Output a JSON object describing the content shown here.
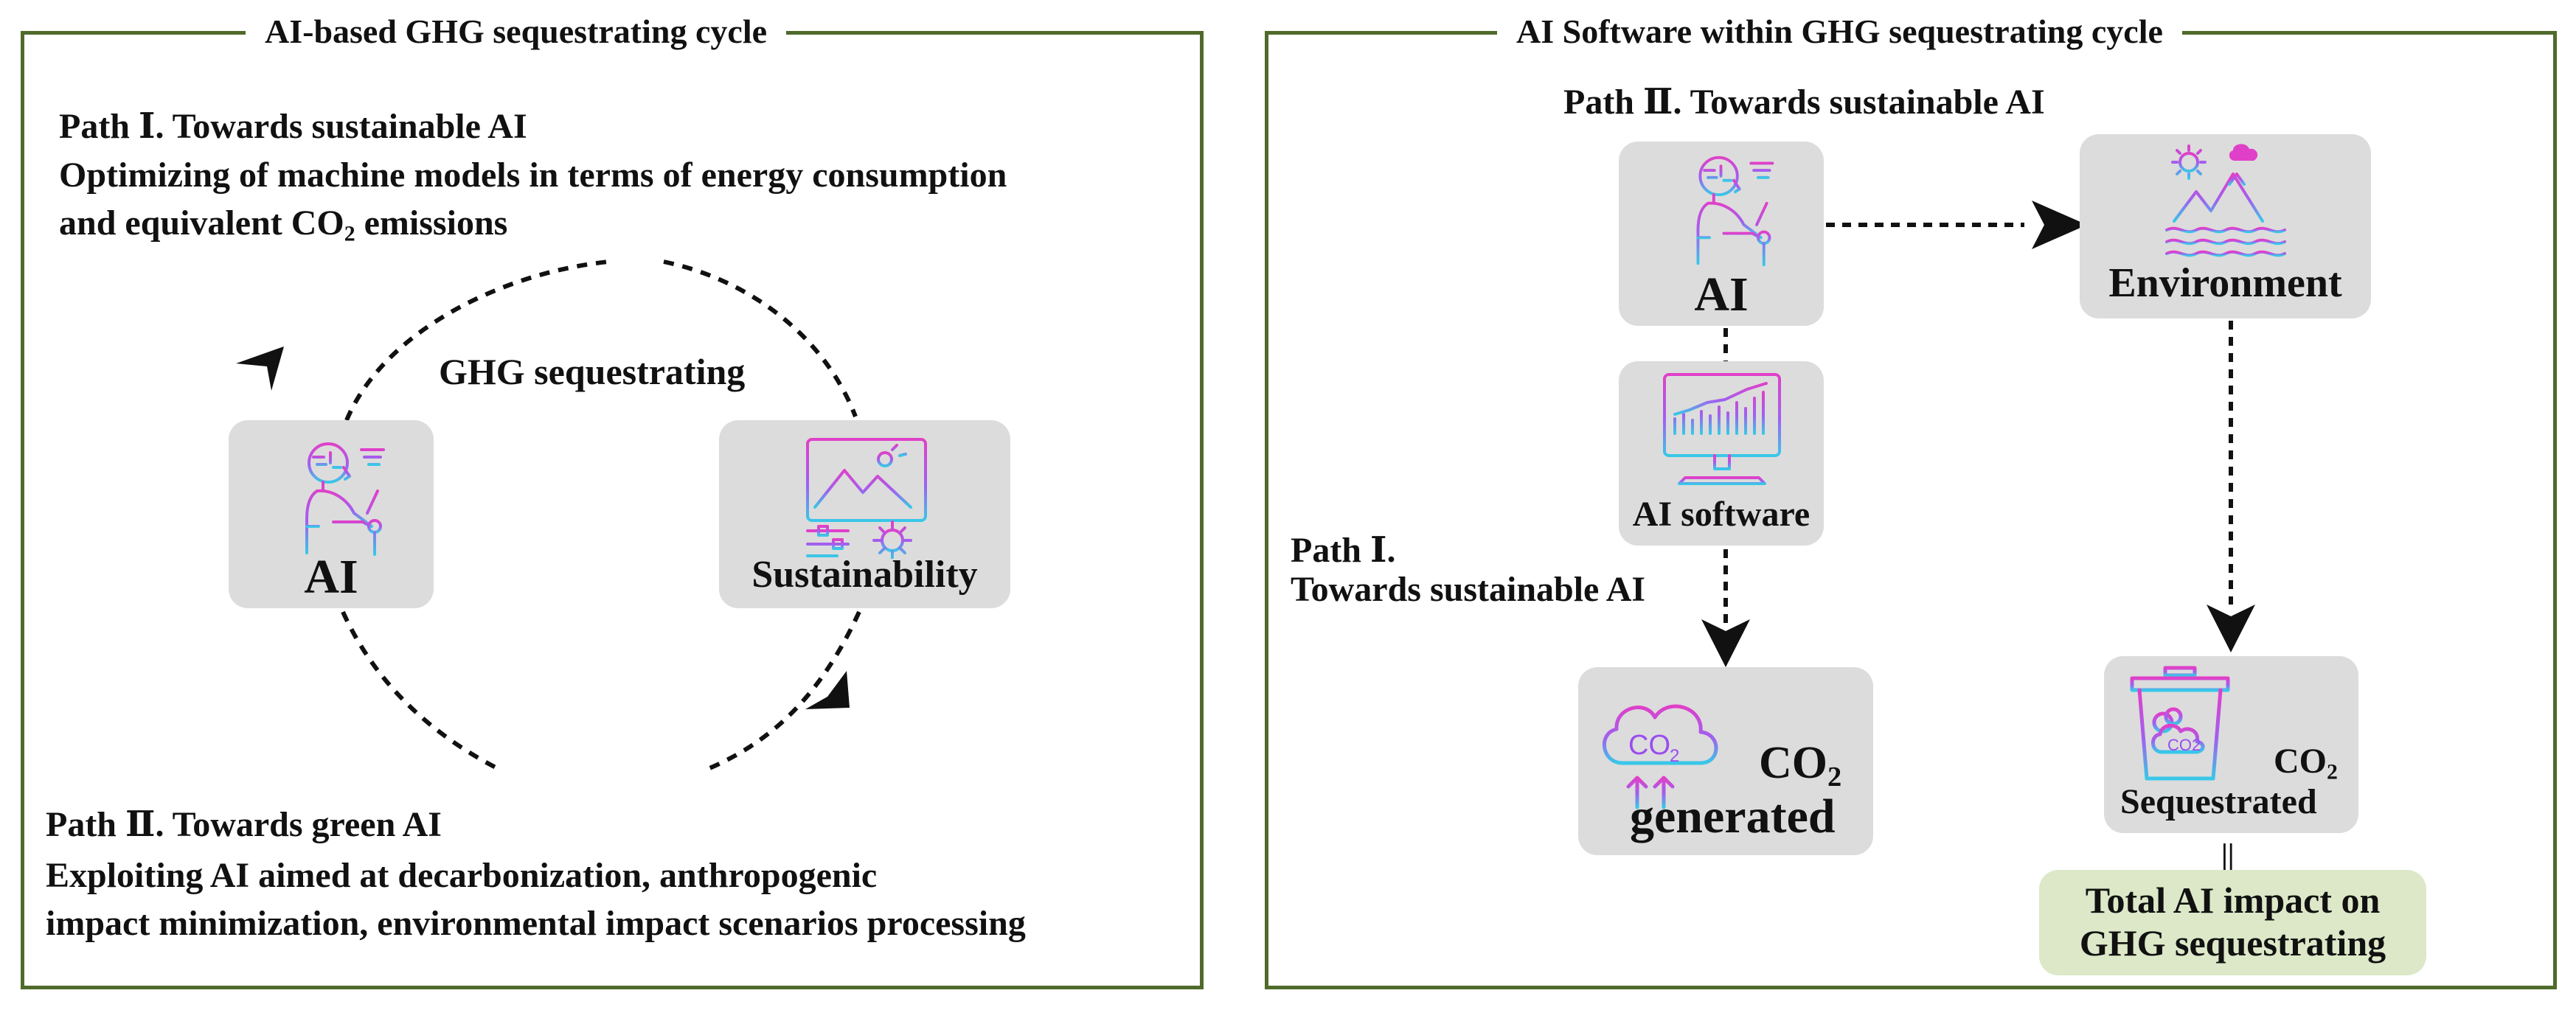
{
  "left_panel": {
    "title": "AI-based GHG sequestrating cycle",
    "path1_title": "Path Ⅰ. Towards sustainable AI",
    "path1_desc_line1": "Optimizing of machine models in terms of energy consumption",
    "path1_desc_line2_prefix": "and equivalent CO",
    "path1_desc_line2_sub": "2",
    "path1_desc_line2_suffix": " emissions",
    "cycle_label": "GHG sequestrating",
    "ai_label": "AI",
    "sustainability_label": "Sustainability",
    "path2_title": "Path Ⅱ. Towards green AI",
    "path2_desc_line1": "Exploiting AI aimed at decarbonization, anthropogenic",
    "path2_desc_line2": "impact minimization, environmental impact scenarios processing"
  },
  "right_panel": {
    "title": "AI Software within GHG sequestrating cycle",
    "path2_title": "Path Ⅱ. Towards sustainable AI",
    "ai_label": "AI",
    "environment_label": "Environment",
    "ai_software_label": "AI software",
    "path1_title_line1": "Path Ⅰ.",
    "path1_title_line2": "Towards sustainable AI",
    "co2_generated_co": "CO",
    "co2_generated_sub": "2",
    "co2_generated_label": "generated",
    "co2_sequestrated_co": "CO",
    "co2_sequestrated_sub": "2",
    "co2_sequestrated_label": "Sequestrated",
    "equals_sign": "||",
    "total_line1": "Total AI impact on",
    "total_line2": "GHG sequestrating"
  },
  "icons": [
    "ai-robot-icon",
    "sustainability-landscape-gear-icon",
    "environment-landscape-icon",
    "monitor-chart-icon",
    "co2-cloud-icon",
    "co2-trash-bin-icon"
  ],
  "colors": {
    "border": "#4f6a2a",
    "box": "#dcdcdc",
    "total_box": "#dce8c8",
    "icon_pink": "#e040c8",
    "icon_cyan": "#38c8e8",
    "icon_purple": "#9a4cf0"
  }
}
